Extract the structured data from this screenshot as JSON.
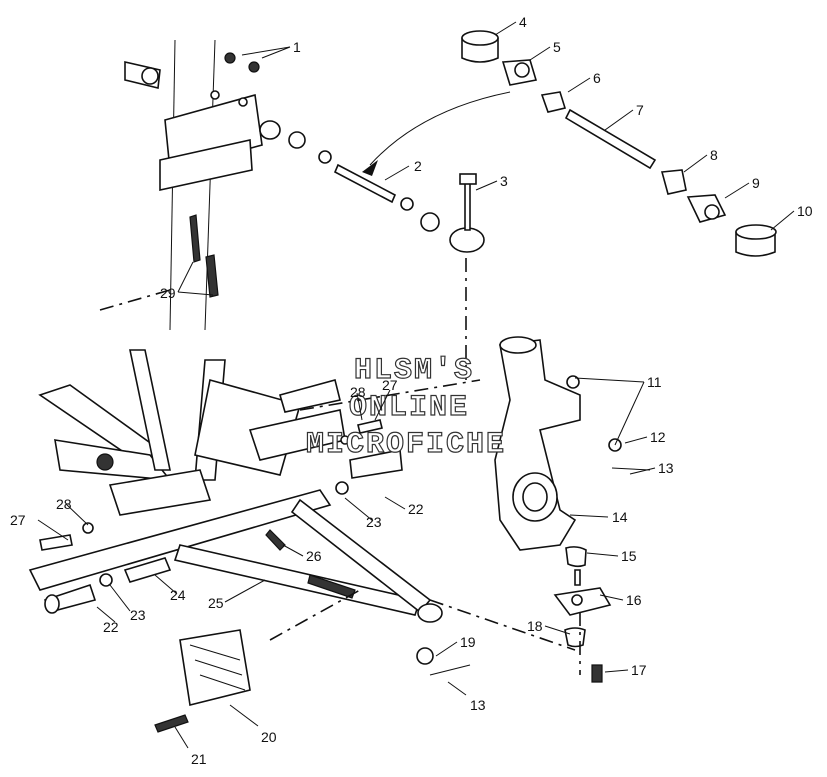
{
  "callouts": {
    "c1": "1",
    "c2": "2",
    "c3": "3",
    "c4": "4",
    "c5": "5",
    "c6": "6",
    "c7": "7",
    "c8": "8",
    "c9": "9",
    "c10": "10",
    "c11": "11",
    "c12": "12",
    "c13a": "13",
    "c13b": "13",
    "c14": "14",
    "c15": "15",
    "c16": "16",
    "c17": "17",
    "c18": "18",
    "c19": "19",
    "c20": "20",
    "c21": "21",
    "c22a": "22",
    "c22b": "22",
    "c23a": "23",
    "c23b": "23",
    "c24": "24",
    "c25": "25",
    "c26": "26",
    "c27a": "27",
    "c27b": "27",
    "c28a": "28",
    "c28b": "28",
    "c29": "29"
  },
  "watermark": {
    "line1": "HLSM'S",
    "line2": "ONLINE",
    "line3": "MICROFICHE"
  }
}
